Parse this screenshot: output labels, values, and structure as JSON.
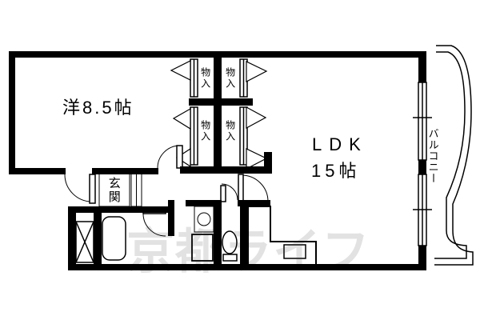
{
  "rooms": {
    "western": {
      "label": "洋8.5帖"
    },
    "ldk": {
      "name": "LDK",
      "size": "15帖"
    },
    "entrance": {
      "label": "玄関"
    },
    "balcony": {
      "label": "バルコニー"
    }
  },
  "closets": [
    {
      "label": "物入"
    },
    {
      "label": "物入"
    },
    {
      "label": "物入"
    },
    {
      "label": "物入"
    }
  ],
  "watermark": {
    "text": "京都ライフ"
  },
  "colors": {
    "wall": "#000000",
    "background": "#ffffff",
    "watermark": "#e2e2e2"
  }
}
